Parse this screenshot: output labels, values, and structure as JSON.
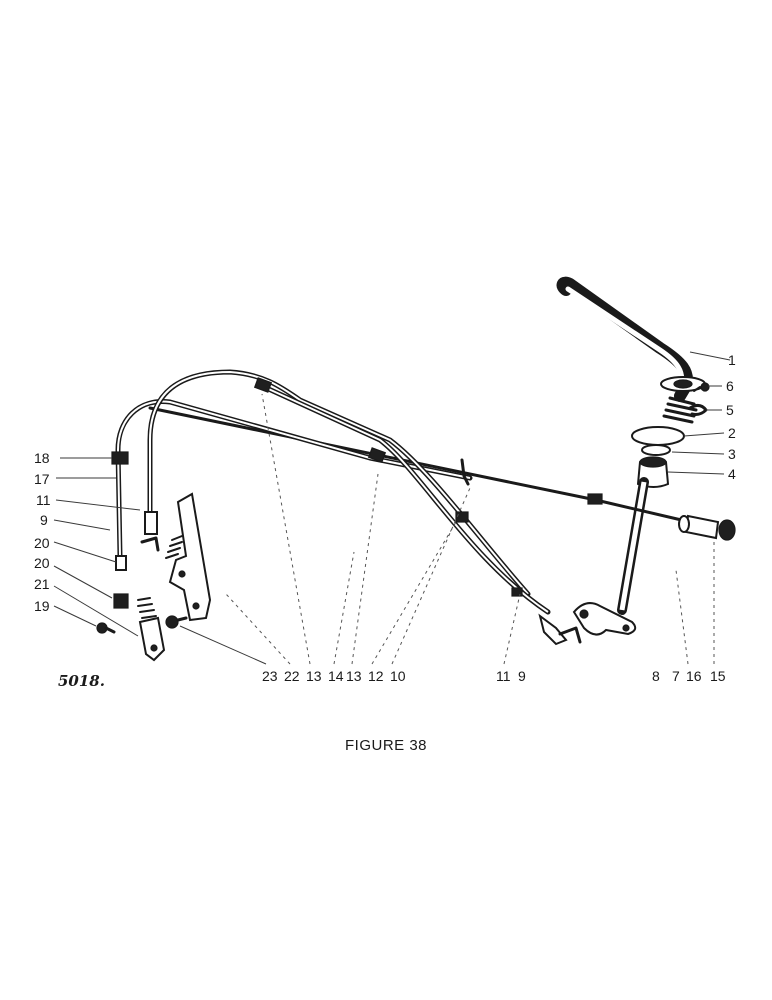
{
  "figure": {
    "caption": "FIGURE 38",
    "plate_number": "5018."
  },
  "callouts": {
    "right": [
      "1",
      "6",
      "5",
      "2",
      "3",
      "4"
    ],
    "left": [
      "18",
      "17",
      "11",
      "9",
      "20",
      "20",
      "21",
      "19"
    ],
    "bottom_group_a": [
      "23",
      "22",
      "13",
      "14",
      "13",
      "12",
      "10"
    ],
    "bottom_group_b": [
      "11",
      "9"
    ],
    "bottom_group_c": [
      "8",
      "7",
      "16",
      "15"
    ]
  }
}
